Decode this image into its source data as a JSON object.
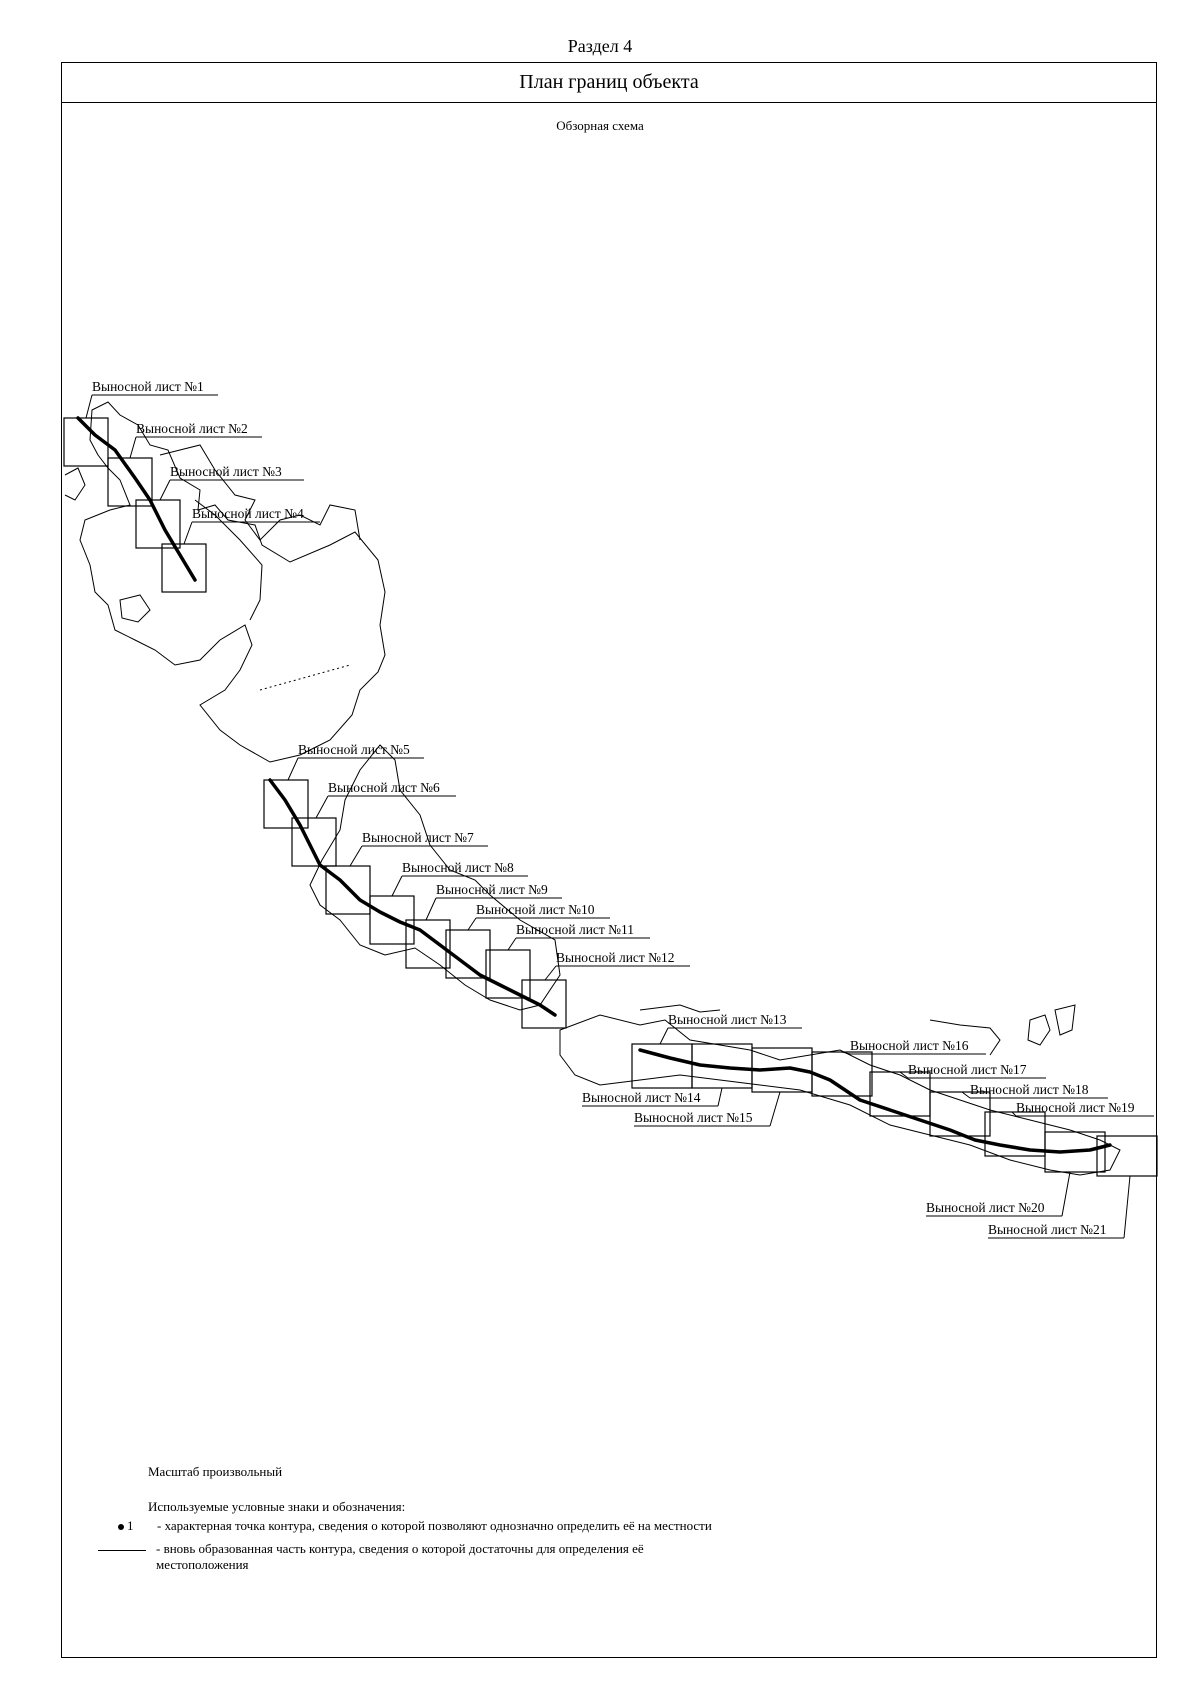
{
  "header": {
    "section": "Раздел 4",
    "title": "План границ объекта",
    "subtitle": "Обзорная схема"
  },
  "sheets": [
    "Выносной лист №1",
    "Выносной лист №2",
    "Выносной лист №3",
    "Выносной лист №4",
    "Выносной лист №5",
    "Выносной лист №6",
    "Выносной лист №7",
    "Выносной лист №8",
    "Выносной лист №9",
    "Выносной лист №10",
    "Выносной лист №11",
    "Выносной лист №12",
    "Выносной лист №13",
    "Выносной лист №14",
    "Выносной лист №15",
    "Выносной лист №16",
    "Выносной лист №17",
    "Выносной лист №18",
    "Выносной лист №19",
    "Выносной лист №20",
    "Выносной лист №21"
  ],
  "footer": {
    "scale": "Масштаб произвольный",
    "legend_title": "Используемые условные знаки и обозначения:",
    "legend_point_num": "1",
    "legend_point": "- характерная точка контура, сведения о которой позволяют однозначно определить её на местности",
    "legend_line": "- вновь образованная часть контура, сведения о которой достаточны для определения её местоположения"
  }
}
